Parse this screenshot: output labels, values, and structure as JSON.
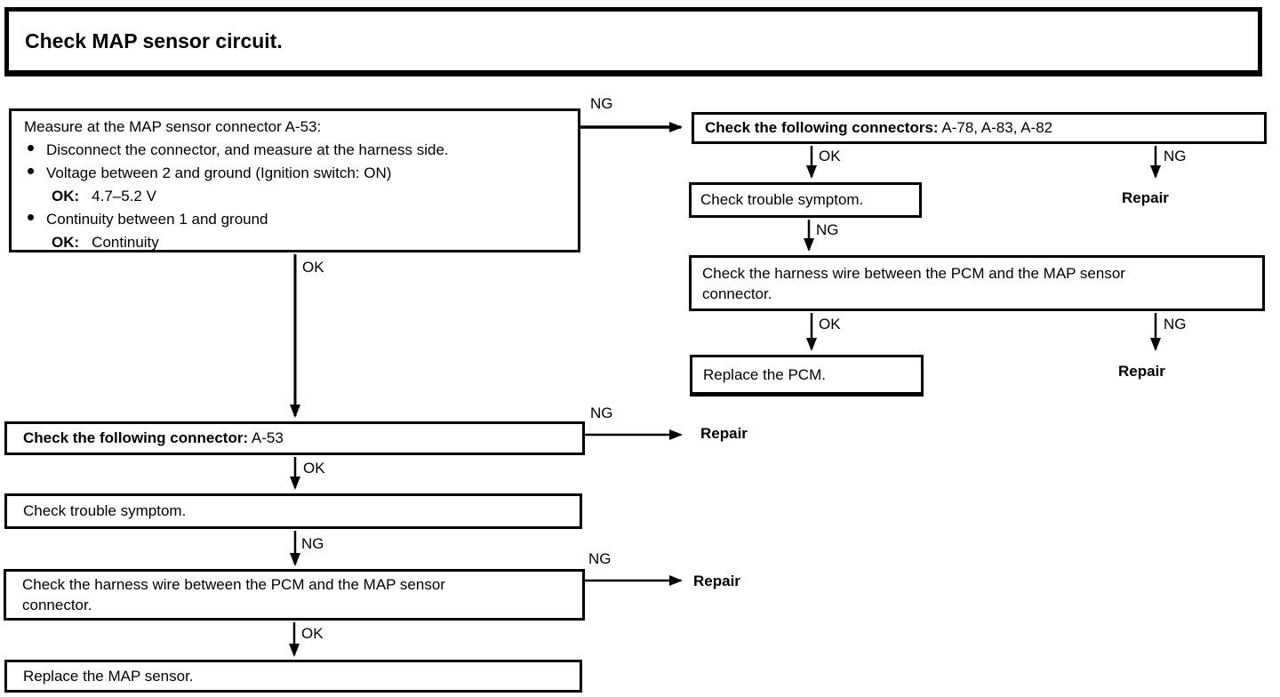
{
  "title": "Check MAP sensor circuit.",
  "labels": {
    "ok": "OK",
    "ng": "NG",
    "repair": "Repair"
  },
  "boxes": {
    "measure": {
      "line1": "Measure at the MAP sensor connector A-53:",
      "bullet1": "Disconnect the connector, and measure at the harness side.",
      "bullet2": "Voltage between 2 and ground (Ignition switch: ON)",
      "ok2_label": "OK:",
      "ok2_value": "4.7–5.2 V",
      "bullet3": "Continuity between 1 and ground",
      "ok3_label": "OK:",
      "ok3_value": "Continuity"
    },
    "connectors_check": {
      "bold_part": "Check the following connectors:",
      "rest_part": "A-78, A-83, A-82"
    },
    "trouble_right": "Check trouble symptom.",
    "harness_right": {
      "line1": "Check the harness wire between the PCM and the MAP sensor",
      "line2": "connector."
    },
    "replace_pcm": "Replace the PCM.",
    "connector_a53": {
      "bold_part": "Check the following connector:",
      "rest_part": "A-53"
    },
    "trouble_left": "Check trouble symptom.",
    "harness_left": {
      "line1": "Check the harness wire between the PCM and the MAP sensor",
      "line2": "connector."
    },
    "replace_map": "Replace the MAP sensor."
  }
}
